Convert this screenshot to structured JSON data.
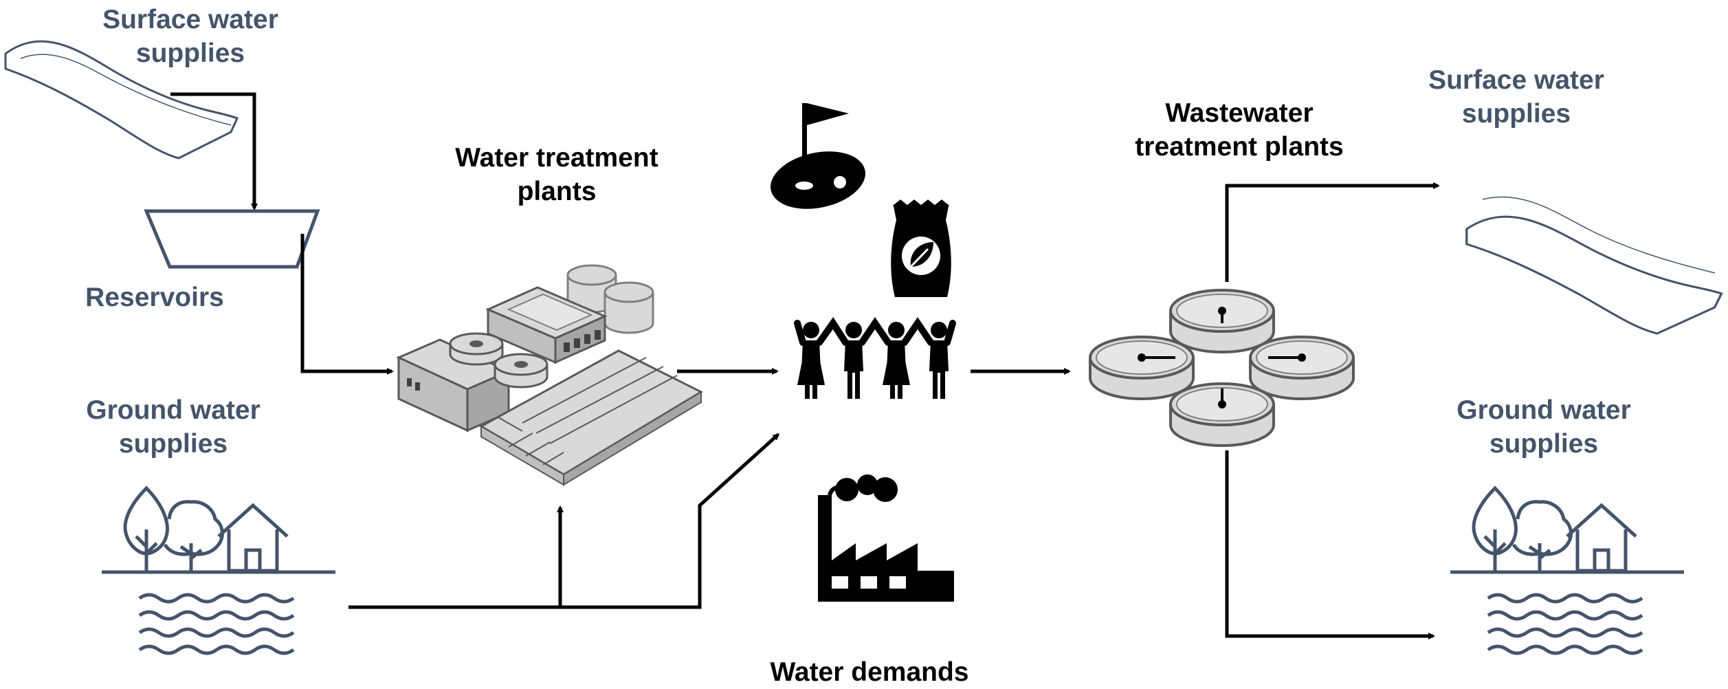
{
  "labels": {
    "surface_left": [
      "Surface water",
      "supplies"
    ],
    "reservoirs": "Reservoirs",
    "ground_left": [
      "Ground water",
      "supplies"
    ],
    "water_treatment": [
      "Water treatment",
      "plants"
    ],
    "water_demands": "Water demands",
    "wastewater": [
      "Wastewater",
      "treatment plants"
    ],
    "surface_right": [
      "Surface water",
      "supplies"
    ],
    "ground_right": [
      "Ground water",
      "supplies"
    ]
  },
  "colors": {
    "label_blue": "#44546a",
    "icon_blue": "#44546a",
    "arrow": "#000000",
    "plant_fill": "#d9d9d9",
    "plant_stroke": "#595959"
  },
  "icons": [
    "river-icon",
    "reservoir-icon",
    "groundwater-icon",
    "water-treatment-plant-icon",
    "golf-icon",
    "fertilizer-bag-icon",
    "people-icon",
    "factory-icon",
    "wastewater-plant-icon"
  ]
}
